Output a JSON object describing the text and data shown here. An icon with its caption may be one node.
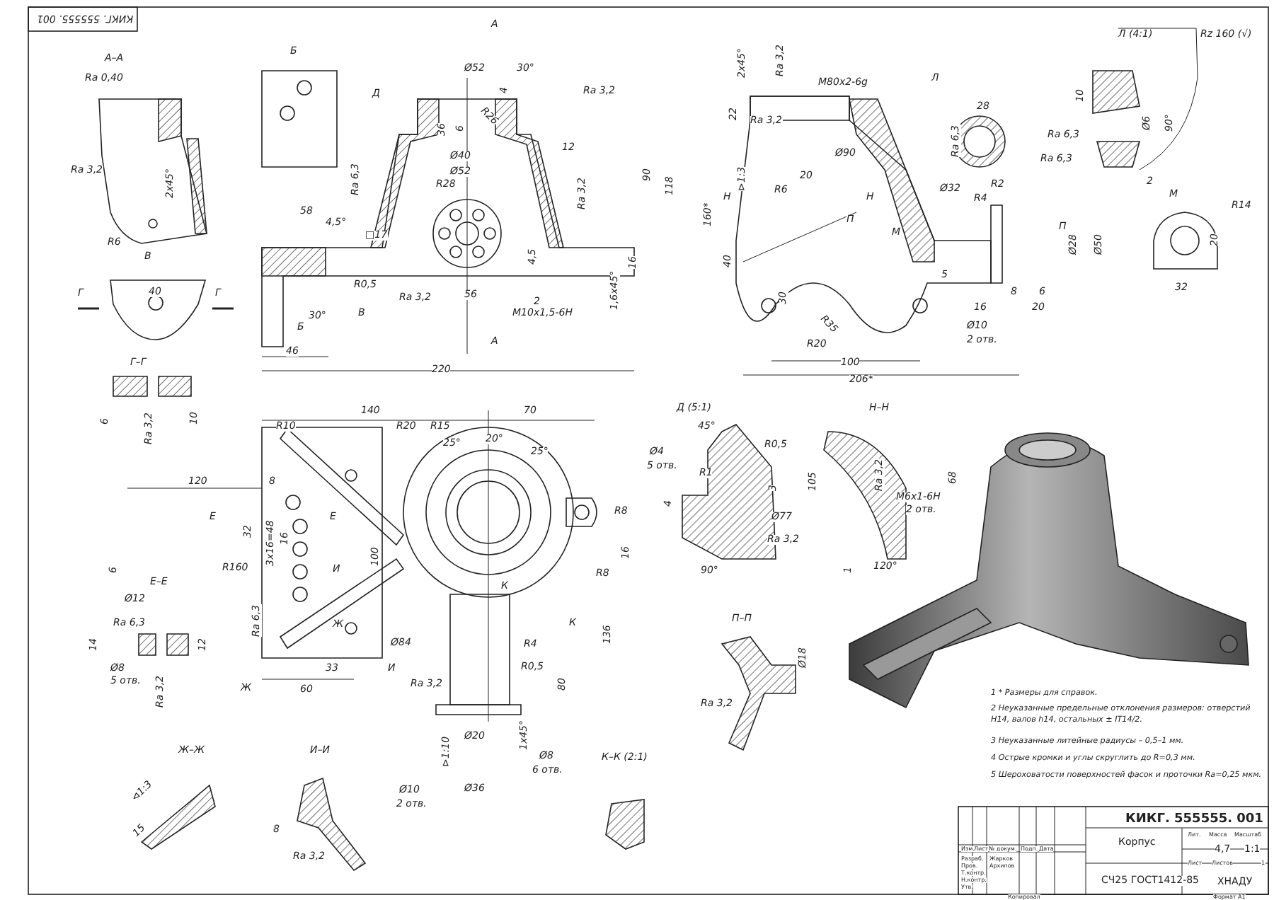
{
  "diagram": {
    "labels": [
      "КИКГ. 555555. 001",
      "А–А",
      "Ra 0,40",
      "Ra 3,2",
      "2х45°",
      "R6",
      "В",
      "Г",
      "40",
      "Г",
      "Г–Г",
      "6",
      "Ra 3,2",
      "10",
      "Б",
      "А",
      "Ø52",
      "30°",
      "Д",
      "Ra 3,2",
      "4",
      "36",
      "6",
      "R26",
      "Ø40",
      "Ø52",
      "12",
      "R28",
      "Ra 6,3",
      "58",
      "4,5°",
      "□17",
      "Ra 3,2",
      "90",
      "118",
      "4,5",
      "16",
      "R0,5",
      "Ra 3,2",
      "56",
      "30°",
      "В",
      "M10х1,5-6H",
      "2",
      "1,6х45°",
      "Б",
      "А",
      "46",
      "220",
      "2х45°",
      "Ra 3,2",
      "M80х2-6g",
      "Л",
      "22",
      "Ra 3,2",
      "Ø90",
      "⊳1:3",
      "20",
      "R6",
      "Н",
      "Н",
      "160*",
      "П",
      "М",
      "40",
      "30",
      "5",
      "R35",
      "R20",
      "Ø10",
      "2 отв.",
      "100",
      "206*",
      "28",
      "Ra 6,3",
      "Ra 6,3",
      "Ø32",
      "R2",
      "R4",
      "П",
      "Ø28",
      "Ø50",
      "8",
      "6",
      "16",
      "20",
      "Л (4:1)",
      "Rz 160 (√)",
      "10",
      "Ø6",
      "90°",
      "Ra 6,3",
      "2",
      "М",
      "R14",
      "20",
      "32",
      "140",
      "70",
      "R10",
      "R20",
      "R15",
      "25°",
      "20°",
      "25°",
      "120",
      "8",
      "Е",
      "32",
      "Е",
      "3х16=48",
      "16",
      "100",
      "R8",
      "16",
      "6",
      "R160",
      "R8",
      "Е–Е",
      "И",
      "К",
      "Ø12",
      "Ra 6,3",
      "Ra 6,3",
      "14",
      "12",
      "Ж",
      "К",
      "Ø84",
      "R4",
      "136",
      "Ø8",
      "5 отв.",
      "33",
      "И",
      "R0,5",
      "Ra 3,2",
      "Ж",
      "60",
      "Ra 3,2",
      "80",
      "Ø20",
      "1х45°",
      "⊳1:10",
      "Ø8",
      "6 отв.",
      "Ø36",
      "Ж–Ж",
      "И–И",
      "К–К (2:1)",
      "⊲1:3",
      "15",
      "8",
      "Ø10",
      "2 отв.",
      "Ra 3,2",
      "Д (5:1)",
      "45°",
      "R0,5",
      "Ø4",
      "5 отв.",
      "R1",
      "3",
      "4",
      "Ø77",
      "Ra 3,2",
      "90°",
      "Н–Н",
      "105",
      "Ra 3,2",
      "68",
      "M6х1-6H",
      "2 отв.",
      "1",
      "120°",
      "П–П",
      "Ø18",
      "Ra 3,2",
      "1 * Размеры для справок.",
      "2 Неуказанные предельные отклонения размеров: отверстий H14, валов h14, остальных ± IT14/2.",
      "3 Неуказанные литейные радиусы – 0,5–1 мм.",
      "4 Острые кромки и углы скруглить до R=0,3 мм.",
      "5 Шероховатости поверхностей фасок и проточки Ra=0,25 мкм.",
      "КИКГ. 555555. 001",
      "Корпус",
      "Лит.",
      "Масса",
      "Масштаб",
      "4,7",
      "1:1",
      "Лист",
      "Листов",
      "1",
      "СЧ25 ГОСТ1412-85",
      "ХНАДУ",
      "Изм.",
      "Лист",
      "№ докум.",
      "Подп.",
      "Дата",
      "Разраб.",
      "Жарков",
      "Пров.",
      "Архипов",
      "Т.контр.",
      "Н.контр.",
      "Утв.",
      "Копировал",
      "Формат А1"
    ]
  }
}
